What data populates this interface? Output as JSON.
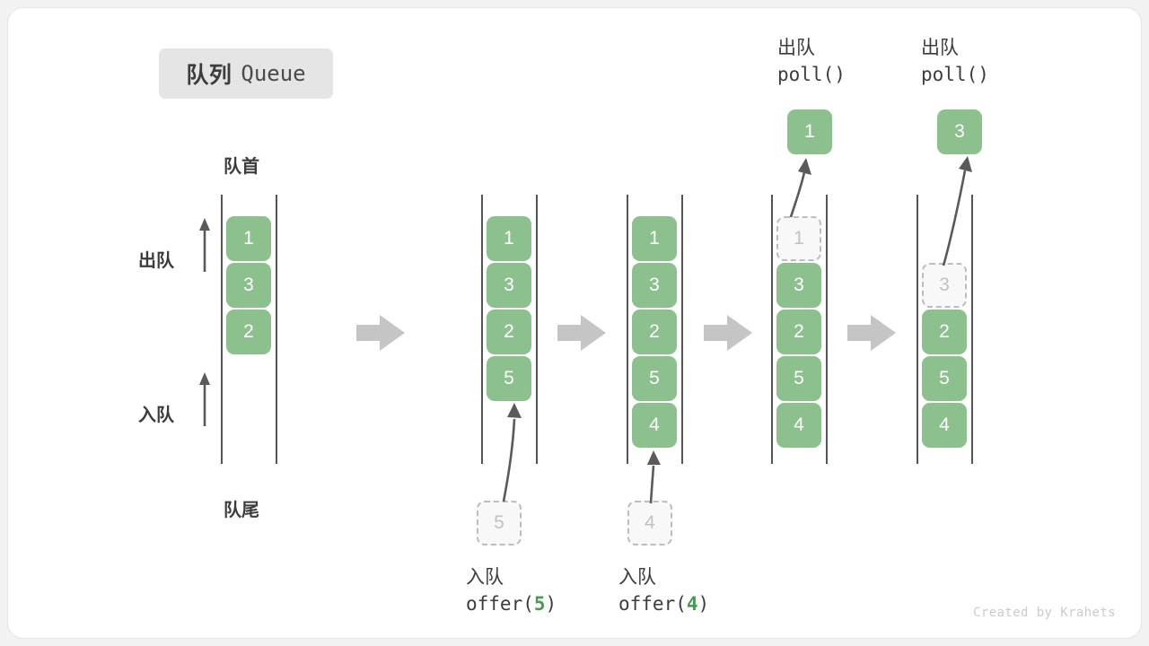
{
  "title": {
    "cn": "队列",
    "en": "Queue"
  },
  "labels": {
    "front": "队首",
    "rear": "队尾",
    "dequeue": "出队",
    "enqueue": "入队"
  },
  "operations": [
    {
      "cn": "入队",
      "fn": "offer(",
      "arg": "5",
      "close": ")"
    },
    {
      "cn": "入队",
      "fn": "offer(",
      "arg": "4",
      "close": ")"
    },
    {
      "cn": "出队",
      "fn": "poll(",
      "arg": "",
      "close": ")"
    },
    {
      "cn": "出队",
      "fn": "poll(",
      "arg": "",
      "close": ")"
    }
  ],
  "columns": [
    {
      "name": "initial",
      "cells": [
        {
          "value": "1",
          "state": "filled"
        },
        {
          "value": "3",
          "state": "filled"
        },
        {
          "value": "2",
          "state": "filled"
        }
      ]
    },
    {
      "name": "after-offer-5",
      "cells": [
        {
          "value": "1",
          "state": "filled"
        },
        {
          "value": "3",
          "state": "filled"
        },
        {
          "value": "2",
          "state": "filled"
        },
        {
          "value": "5",
          "state": "filled"
        }
      ]
    },
    {
      "name": "after-offer-4",
      "cells": [
        {
          "value": "1",
          "state": "filled"
        },
        {
          "value": "3",
          "state": "filled"
        },
        {
          "value": "2",
          "state": "filled"
        },
        {
          "value": "5",
          "state": "filled"
        },
        {
          "value": "4",
          "state": "filled"
        }
      ]
    },
    {
      "name": "after-poll-1",
      "cells": [
        {
          "value": "1",
          "state": "ghost"
        },
        {
          "value": "3",
          "state": "filled"
        },
        {
          "value": "2",
          "state": "filled"
        },
        {
          "value": "5",
          "state": "filled"
        },
        {
          "value": "4",
          "state": "filled"
        }
      ]
    },
    {
      "name": "after-poll-3",
      "cells": [
        {
          "value": "",
          "state": "empty"
        },
        {
          "value": "3",
          "state": "ghost"
        },
        {
          "value": "2",
          "state": "filled"
        },
        {
          "value": "5",
          "state": "filled"
        },
        {
          "value": "4",
          "state": "filled"
        }
      ]
    }
  ],
  "incoming": [
    {
      "value": "5",
      "column": 1
    },
    {
      "value": "4",
      "column": 2
    }
  ],
  "results": [
    {
      "value": "1",
      "column": 3
    },
    {
      "value": "3",
      "column": 4
    }
  ],
  "colors": {
    "green": "#8cc18e",
    "ghost_border": "#bdbdbd",
    "ghost_text": "#c2c2c2",
    "rail": "#555555",
    "step_arrow": "#c5c5c5",
    "text": "#3c3c3c",
    "badge_bg": "#e5e5e5",
    "code_number": "#4c9a52"
  },
  "footer": "Created by Krahets"
}
